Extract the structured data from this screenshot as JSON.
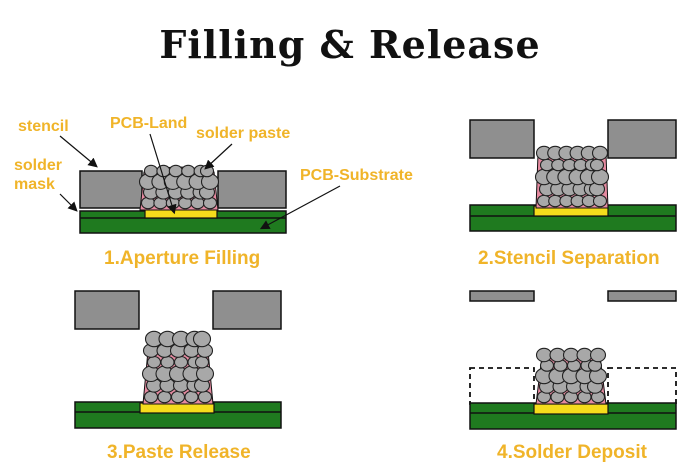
{
  "title": "Filling  & Release",
  "labels": {
    "stencil": "stencil",
    "solder_mask_1": "solder",
    "solder_mask_2": "mask",
    "pcb_land": "PCB-Land",
    "solder_paste": "solder paste",
    "pcb_substrate": "PCB-Substrate"
  },
  "steps": [
    {
      "caption": "1.Aperture Filling"
    },
    {
      "caption": "2.Stencil Separation"
    },
    {
      "caption": "3.Paste Release"
    },
    {
      "caption": "4.Solder Deposit"
    }
  ],
  "colors": {
    "label": "#f0b429",
    "stencil": "#8f8f8f",
    "substrate": "#1f7a1f",
    "land": "#f5dc1c",
    "paste_bg": "#e58aa0",
    "ball": "#a8a8a8"
  }
}
